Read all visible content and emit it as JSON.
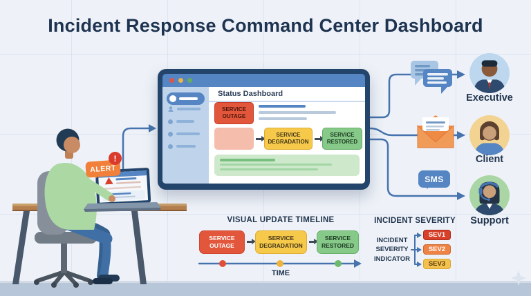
{
  "palette": {
    "background": "#eef2f8",
    "navy_text": "#1e3350",
    "accent_blue": "#5585c2",
    "connector_blue": "#4673ad",
    "alert_orange": "#f0803a",
    "alert_badge_red": "#da3b2b",
    "outage_red": "#e2573c",
    "degradation_yellow": "#f6c94a",
    "restored_green": "#86c988",
    "floor_strip": "#b7c7d9"
  },
  "header": {
    "title": "Incident Response Command Center Dashboard"
  },
  "operator": {
    "alert_label": "ALERT",
    "alert_badge": "!"
  },
  "browser": {
    "page_title": "Status Dashboard",
    "status_flow": {
      "outage": "SERVICE OUTAGE",
      "degradation": "SERVICE DEGRADATION",
      "restored": "SERVICE RESTORED"
    }
  },
  "recipients": [
    {
      "name": "Executive",
      "channel": "chat-bubbles-icon"
    },
    {
      "name": "Client",
      "channel": "email-envelope-icon"
    },
    {
      "name": "Support",
      "channel": "sms-bubble",
      "channel_label": "SMS"
    }
  ],
  "timeline": {
    "heading": "VISUAL UPDATE TIMELINE",
    "stages": [
      {
        "label": "SERVICE OUTAGE",
        "color": "#e2573c"
      },
      {
        "label": "SERVICE DEGRADATION",
        "color": "#f6c94a"
      },
      {
        "label": "SERVICE RESTORED",
        "color": "#86c988"
      }
    ],
    "axis_label": "TIME"
  },
  "severity": {
    "heading": "INCIDENT SEVERITY",
    "indicator_label": "INCIDENT SEVERITY INDICATOR",
    "levels": [
      {
        "label": "SEV1",
        "color": "#d8402a"
      },
      {
        "label": "SEV2",
        "color": "#ee8345"
      },
      {
        "label": "SEV3",
        "color": "#f2c14e"
      }
    ]
  }
}
